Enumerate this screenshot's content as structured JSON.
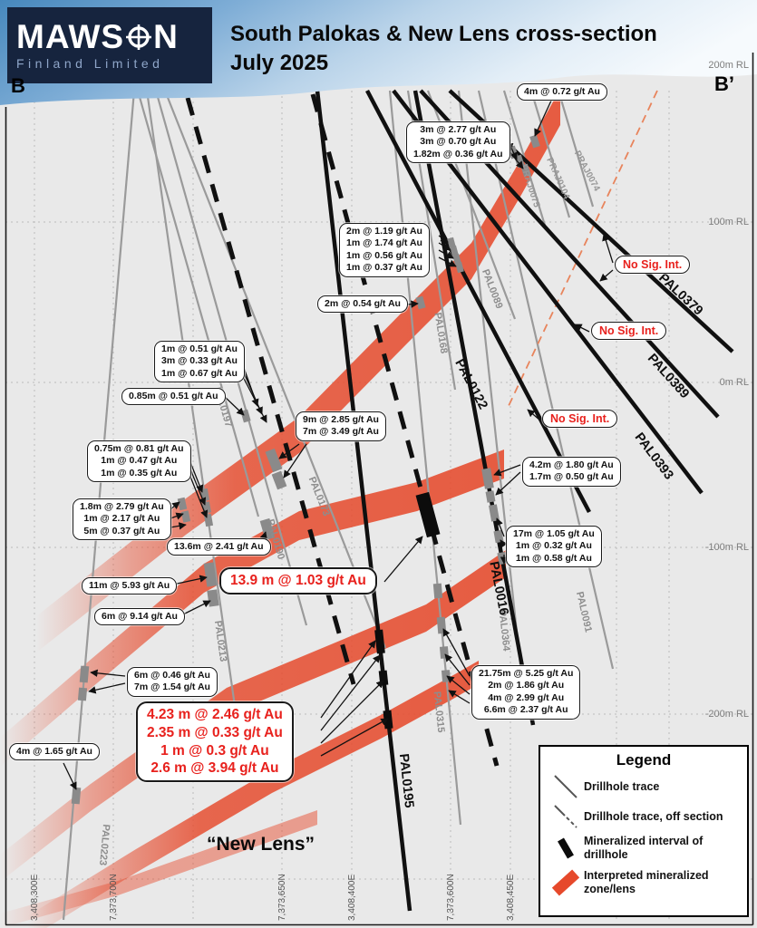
{
  "header": {
    "logo_part1": "MAWS",
    "logo_part2": "N",
    "logo_subtitle": "Finland Limited",
    "title_line1": "South Palokas & New Lens cross-section",
    "title_line2": "July 2025",
    "section_start": "B",
    "section_end": "B’"
  },
  "axes": {
    "elevations": [
      "200m RL",
      "100m RL",
      "0m RL",
      "-100m RL",
      "-200m RL"
    ],
    "eastings": [
      "3,408,300E",
      "3,408,400E",
      "3,408,450E"
    ],
    "northings": [
      "7,373,700N",
      "7,373,650N",
      "7,373,600N"
    ]
  },
  "drillholes": [
    "PAL0223",
    "PAL0197",
    "PAL0213",
    "PAL0190",
    "PAL0173",
    "PAL0168",
    "PAL0089",
    "PRAJ0075",
    "PRAJ0104",
    "PRAJ0074",
    "PAL0091",
    "PAL0364",
    "PAL0315",
    "PAL0122",
    "PAL0016",
    "PAL0195",
    "PAL0379",
    "PAL0389",
    "PAL0393"
  ],
  "callouts": [
    [
      "4m @ 0.72 g/t Au"
    ],
    [
      "3m @ 2.77 g/t Au",
      "3m @ 0.70 g/t Au",
      "1.82m @ 0.36 g/t Au"
    ],
    [
      "2m @ 1.19 g/t Au",
      "1m @ 1.74 g/t Au",
      "1m @ 0.56 g/t Au",
      "1m @ 0.37 g/t Au"
    ],
    [
      "2m @ 0.54 g/t Au"
    ],
    [
      "1m @ 0.51 g/t Au",
      "3m @ 0.33 g/t Au",
      "1m @ 0.67 g/t Au"
    ],
    [
      "0.85m @ 0.51 g/t Au"
    ],
    [
      "9m @ 2.85 g/t Au",
      "7m @ 3.49 g/t Au"
    ],
    [
      "0.75m @ 0.81 g/t Au",
      "1m @ 0.47 g/t Au",
      "1m @ 0.35 g/t Au"
    ],
    [
      "1.8m @ 2.79 g/t Au",
      "1m @ 2.17 g/t Au",
      "5m @ 0.37 g/t Au"
    ],
    [
      "13.6m @ 2.41 g/t Au"
    ],
    [
      "11m @ 5.93 g/t Au"
    ],
    [
      "6m @ 9.14 g/t Au"
    ],
    [
      "6m @ 0.46 g/t Au",
      "7m @ 1.54 g/t Au"
    ],
    [
      "4m @ 1.65 g/t Au"
    ],
    [
      "13.9 m @ 1.03 g/t Au"
    ],
    [
      "4.23 m @ 2.46 g/t Au",
      "2.35 m @ 0.33 g/t Au",
      "1 m @ 0.3 g/t Au",
      "2.6 m @ 3.94 g/t Au"
    ],
    [
      "4.2m @ 1.80 g/t Au",
      "1.7m @ 0.50 g/t Au"
    ],
    [
      "17m @ 1.05 g/t Au",
      "1m @ 0.32 g/t Au",
      "1m @ 0.58 g/t Au"
    ],
    [
      "21.75m @ 5.25 g/t Au",
      "2m @ 1.86 g/t Au",
      "4m @ 2.99 g/t Au",
      "6.6m @ 2.37 g/t Au"
    ]
  ],
  "no_sig": "No Sig. Int.",
  "annotations": {
    "new_lens": "“New Lens”"
  },
  "legend": {
    "title": "Legend",
    "items": [
      "Drillhole trace",
      "Drillhole trace, off section",
      "Mineralized interval of drillhole",
      "Interpreted mineralized zone/lens"
    ]
  },
  "colors": {
    "zone_red": "#e6492b",
    "assay_red": "#e8211d",
    "header_blue": "#4788bd",
    "logo_navy": "#16243e"
  }
}
